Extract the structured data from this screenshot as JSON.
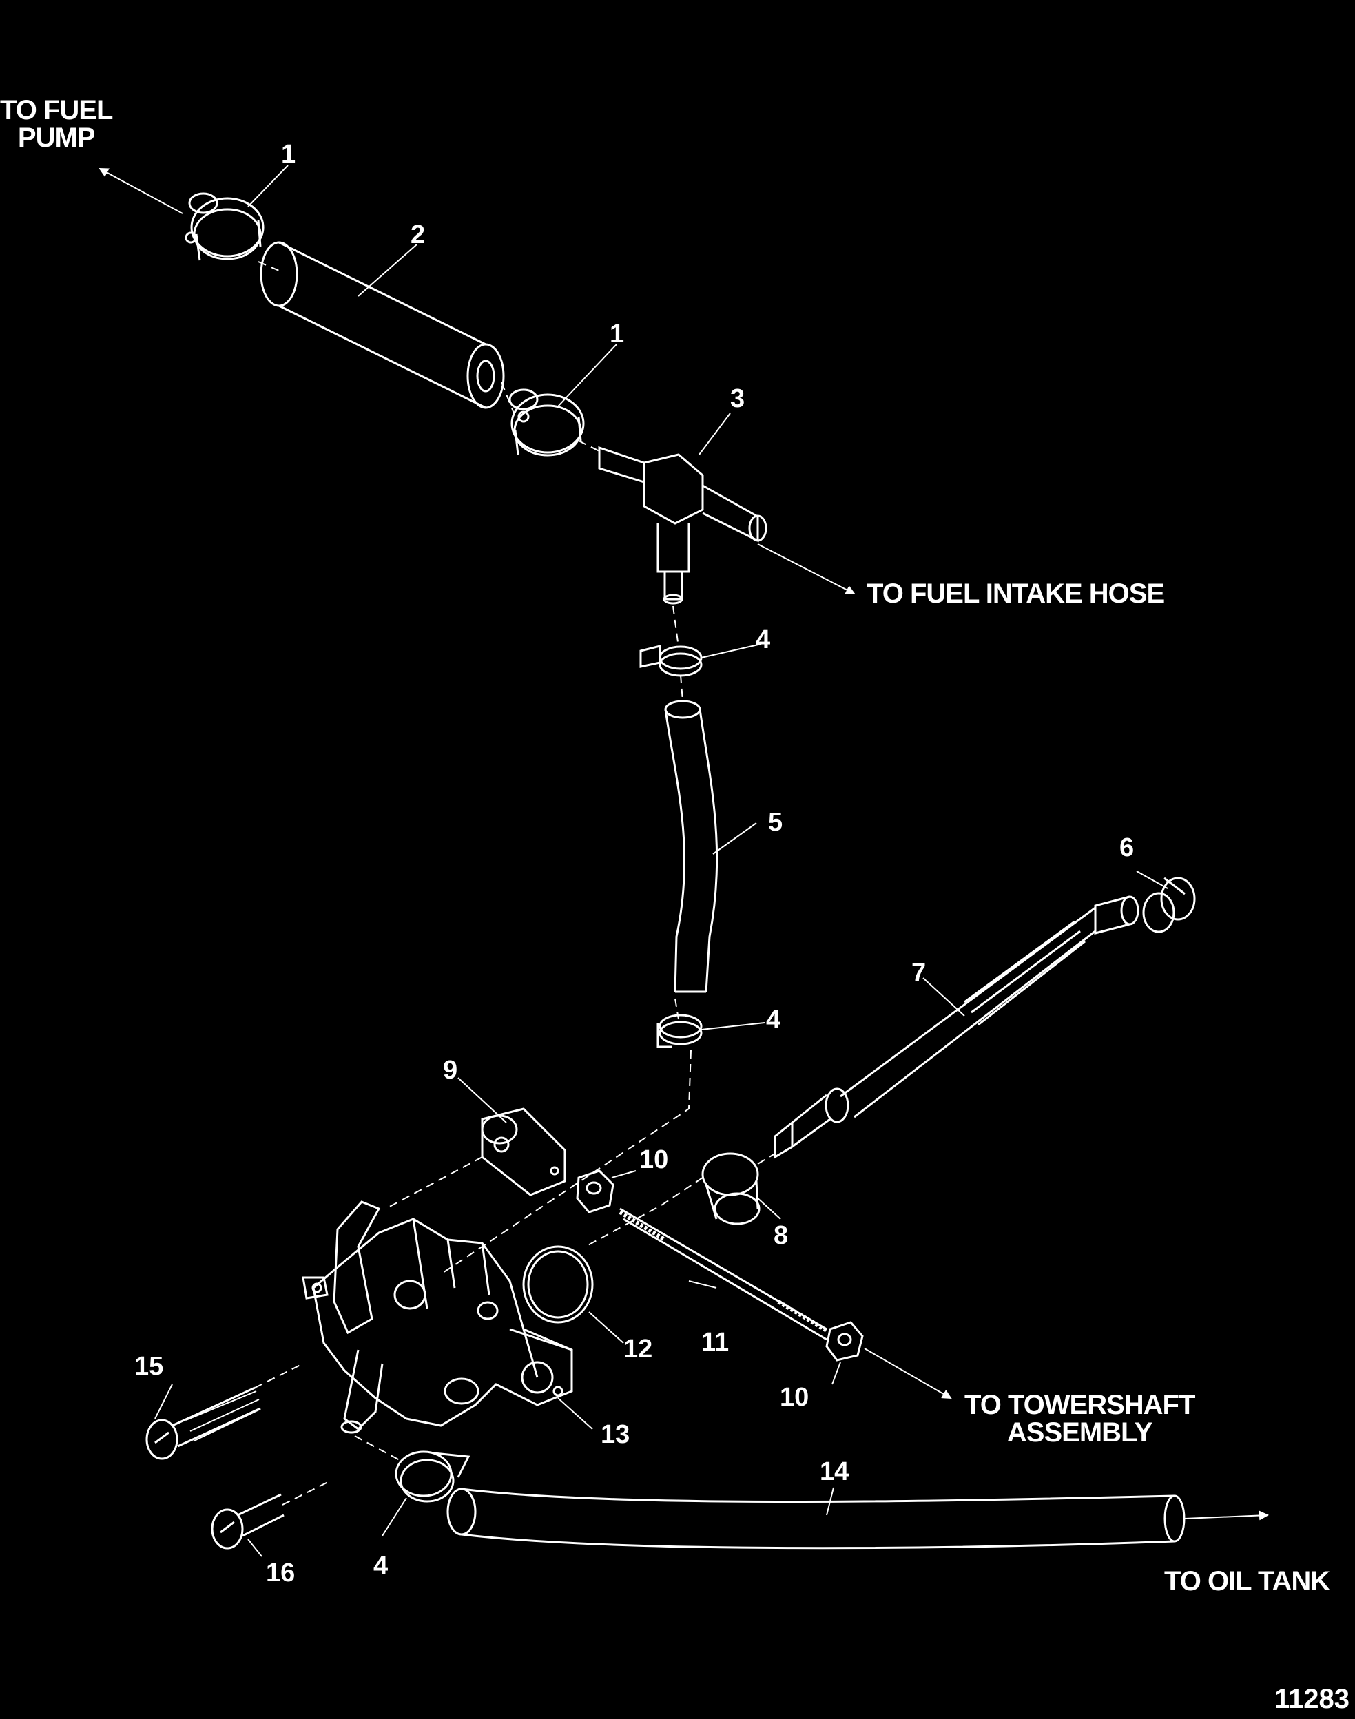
{
  "destinations": {
    "fuel_pump": "TO FUEL\nPUMP",
    "fuel_intake_hose": "TO FUEL INTAKE HOSE",
    "towershaft": "TO TOWERSHAFT\nASSEMBLY",
    "oil_tank": "TO OIL TANK"
  },
  "callouts": [
    "1",
    "2",
    "1",
    "3",
    "4",
    "5",
    "6",
    "7",
    "4",
    "9",
    "10",
    "8",
    "12",
    "11",
    "15",
    "10",
    "13",
    "14",
    "16",
    "4"
  ],
  "figure_id": "11283",
  "colors": {
    "background": "#000000",
    "line": "#ffffff"
  }
}
